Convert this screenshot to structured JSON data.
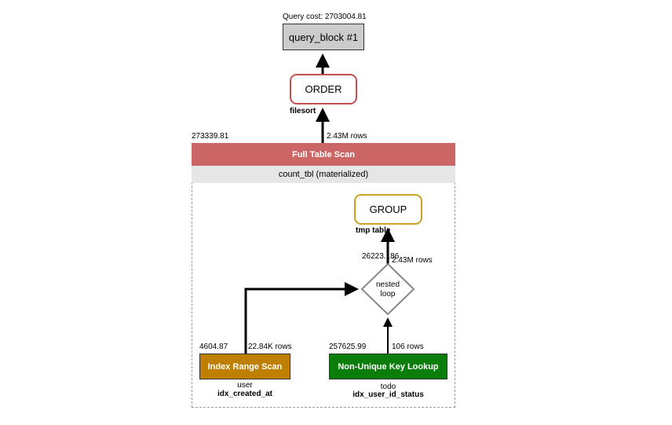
{
  "query_block": {
    "cost_label": "Query cost: 2703004.81",
    "label": "query_block #1"
  },
  "order": {
    "label": "ORDER",
    "sub_label": "filesort",
    "rows": "2.43M rows"
  },
  "full_table_scan": {
    "cost": "273339.81",
    "label": "Full Table Scan",
    "table": "count_tbl (materialized)",
    "header_color": "#cc6666"
  },
  "group": {
    "label": "GROUP",
    "sub_label": "tmp table",
    "cost": "26223...86",
    "rows": "2.43M rows"
  },
  "nested_loop": {
    "label_line1": "nested",
    "label_line2": "loop"
  },
  "index_range_scan": {
    "cost": "4604.87",
    "rows": "22.84K rows",
    "label": "Index Range Scan",
    "table": "user",
    "key": "idx_created_at",
    "color": "#bf7f00"
  },
  "non_unique_key_lookup": {
    "cost": "257625.99",
    "rows": "106 rows",
    "label": "Non-Unique Key Lookup",
    "table": "todo",
    "key": "idx_user_id_status",
    "color": "#0a7d0a"
  }
}
